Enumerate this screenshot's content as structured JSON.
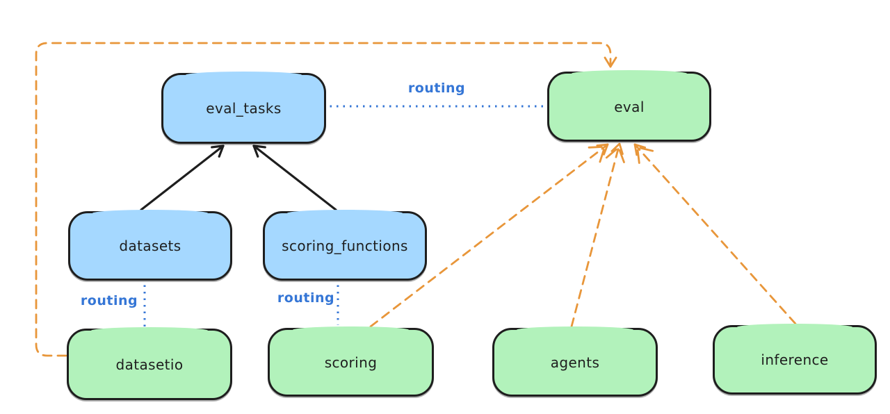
{
  "colors": {
    "blue_fill": "#a5d8ff",
    "green_fill": "#b2f2bb",
    "stroke": "#1e1e1e",
    "orange": "#e8963a",
    "routing_blue": "#3576d6",
    "bg": "#ffffff"
  },
  "nodes": {
    "eval_tasks": {
      "label": "eval_tasks",
      "fill": "blue"
    },
    "eval": {
      "label": "eval",
      "fill": "green"
    },
    "datasets": {
      "label": "datasets",
      "fill": "blue"
    },
    "scoring_functions": {
      "label": "scoring_functions",
      "fill": "blue"
    },
    "datasetio": {
      "label": "datasetio",
      "fill": "green"
    },
    "scoring": {
      "label": "scoring",
      "fill": "green"
    },
    "agents": {
      "label": "agents",
      "fill": "green"
    },
    "inference": {
      "label": "inference",
      "fill": "green"
    }
  },
  "routing_labels": {
    "eval": "routing",
    "datasetio": "routing",
    "scoring": "routing"
  },
  "edges": [
    {
      "from": "datasets",
      "to": "eval_tasks",
      "style": "solid-arrow",
      "color": "black"
    },
    {
      "from": "scoring_functions",
      "to": "eval_tasks",
      "style": "solid-arrow",
      "color": "black"
    },
    {
      "from": "eval_tasks",
      "to": "eval",
      "style": "dotted",
      "color": "blue",
      "label": "routing"
    },
    {
      "from": "datasets",
      "to": "datasetio",
      "style": "dotted",
      "color": "blue",
      "label": "routing"
    },
    {
      "from": "scoring_functions",
      "to": "scoring",
      "style": "dotted",
      "color": "blue",
      "label": "routing"
    },
    {
      "from": "scoring",
      "to": "eval",
      "style": "dashed-arrow",
      "color": "orange"
    },
    {
      "from": "agents",
      "to": "eval",
      "style": "dashed-arrow",
      "color": "orange"
    },
    {
      "from": "inference",
      "to": "eval",
      "style": "dashed-arrow",
      "color": "orange"
    },
    {
      "from": "datasetio",
      "to": "eval",
      "style": "dashed-arrow-loop",
      "color": "orange"
    }
  ]
}
